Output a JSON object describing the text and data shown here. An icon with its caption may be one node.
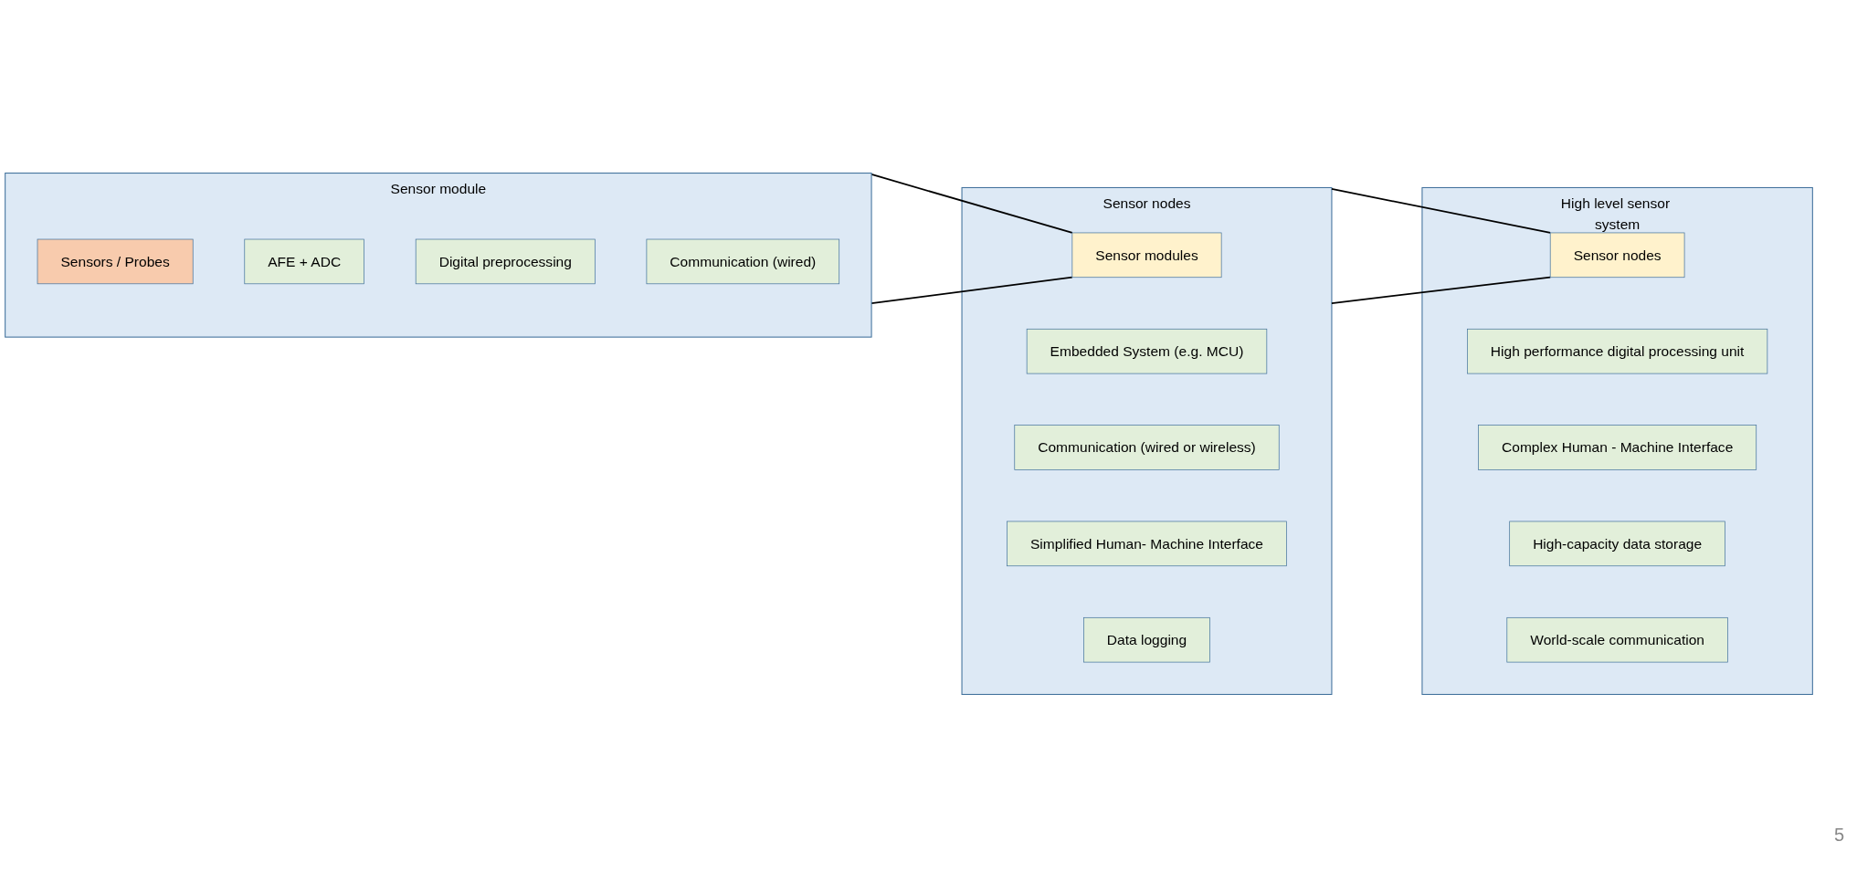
{
  "diagram": {
    "nodes": [
      {
        "text": [
          "Sensor module"
        ]
      },
      {
        "text": [
          "Sensors / Probes"
        ],
        "in": 0
      },
      {
        "text": [
          "AFE + ADC"
        ],
        "in": 0
      },
      {
        "text": [
          "Digital preprocessing"
        ],
        "in": 0
      },
      {
        "text": [
          "Communication (wired)"
        ],
        "in": 0
      },
      {
        "text": [
          "Sensor nodes"
        ]
      },
      {
        "text": [
          "Sensor modules"
        ],
        "in": 5
      },
      {
        "text": [
          "Embedded System (e.g. MCU)"
        ],
        "in": 5
      },
      {
        "text": [
          "Communication (wired or wireless)"
        ],
        "in": 5
      },
      {
        "text": [
          "Simplified Human- Machine Interface"
        ],
        "in": 5
      },
      {
        "text": [
          "Data logging"
        ],
        "in": 5
      },
      {
        "text": [
          "High level sensor system"
        ]
      },
      {
        "text": [
          "Sensor nodes"
        ],
        "in": 11
      },
      {
        "text": [
          "High performance digital processing unit"
        ],
        "in": 11
      },
      {
        "text": [
          "Complex Human - Machine Interface"
        ],
        "in": 11
      },
      {
        "text": [
          "High-capacity data storage"
        ],
        "in": 11
      },
      {
        "text": [
          "World-scale communication"
        ],
        "in": 11
      }
    ],
    "edges": [
      {
        "from": 0,
        "to": 6,
        "arrow": "none"
      },
      {
        "from": 0,
        "to": 6,
        "arrow": "none"
      },
      {
        "from": 5,
        "to": 12,
        "arrow": "none"
      },
      {
        "from": 5,
        "to": 12,
        "arrow": "none"
      }
    ],
    "labels": [
      "5"
    ]
  }
}
